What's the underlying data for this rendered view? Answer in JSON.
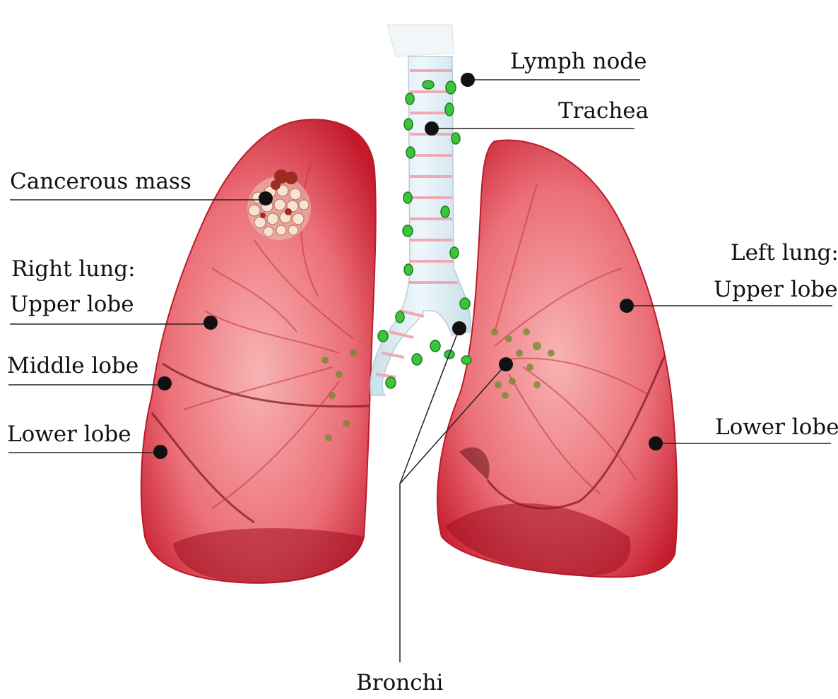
{
  "labels": {
    "lymph_node": "Lymph node",
    "trachea": "Trachea",
    "cancerous_mass": "Cancerous mass",
    "right_lung": "Right lung:",
    "right_upper_lobe": "Upper lobe",
    "middle_lobe": "Middle lobe",
    "right_lower_lobe": "Lower lobe",
    "left_lung": "Left lung:",
    "left_upper_lobe": "Upper lobe",
    "left_lower_lobe": "Lower lobe",
    "bronchi": "Bronchi"
  },
  "colors": {
    "lung_base": "#f08a8a",
    "lung_dark": "#c8102e",
    "lung_light": "#f8c8c8",
    "trachea": "#dfeef5",
    "cartilage": "#f2a8b0",
    "lymph_node": "#3cc43c",
    "tumor": "#f3d7c9",
    "marker": "#111111",
    "leader": "#222222"
  }
}
